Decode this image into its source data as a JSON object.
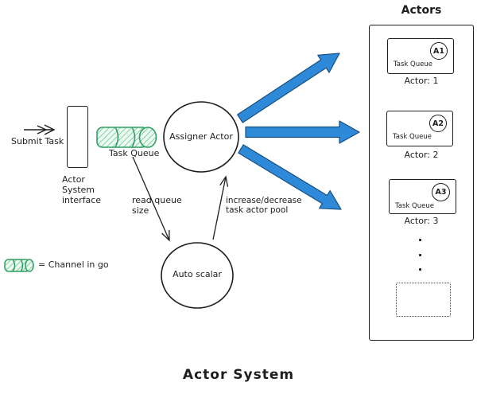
{
  "diagram": {
    "title": "Actor System",
    "labels": {
      "submit_task": "Submit Task",
      "interface": "Actor\nSystem\ninterface",
      "task_queue": "Task Queue",
      "assigner_actor": "Assigner Actor",
      "read_queue_size": "read queue\nsize",
      "increase_decrease": "increase/decrease\ntask actor pool",
      "auto_scalar": "Auto scalar"
    },
    "legend": {
      "symbol": "channel-cylinder-icon",
      "text": "= Channel in go"
    },
    "actors_panel": {
      "title": "Actors",
      "cards": [
        {
          "badge": "A1",
          "queue_label": "Task Queue",
          "caption": "Actor: 1"
        },
        {
          "badge": "A2",
          "queue_label": "Task Queue",
          "caption": "Actor: 2"
        },
        {
          "badge": "A3",
          "queue_label": "Task Queue",
          "caption": "Actor: 3"
        }
      ],
      "dots": [
        "•",
        "•",
        "•"
      ]
    },
    "colors": {
      "arrow_blue_fill": "#2e89d8",
      "arrow_blue_stroke": "#174f80",
      "channel_green_stroke": "#2f9e62",
      "channel_green_hatch": "#7fd3a4",
      "channel_green_bg": "#eefaf2",
      "ink": "#1e1e1e"
    }
  }
}
